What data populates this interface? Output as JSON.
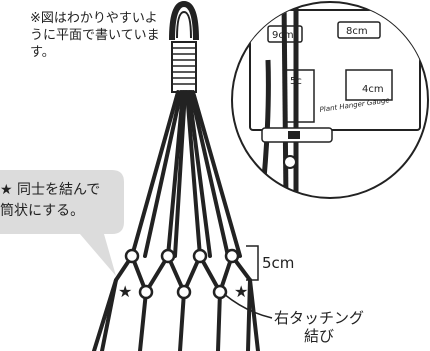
{
  "note": "※図はわかりやすいように平面で書いています。",
  "bubble_text": "★ 同士を結んで\n筒状にする。",
  "spacing_label": "5cm",
  "knot_label": "右タッチング\n結び",
  "gauge": {
    "labels": [
      "9cm",
      "8cm",
      "5c",
      "4cm"
    ],
    "brand": "Plant Hanger Gauge"
  },
  "colors": {
    "line": "#222222",
    "bubble": "#dcdcdc",
    "gauge": "#ffffff"
  }
}
